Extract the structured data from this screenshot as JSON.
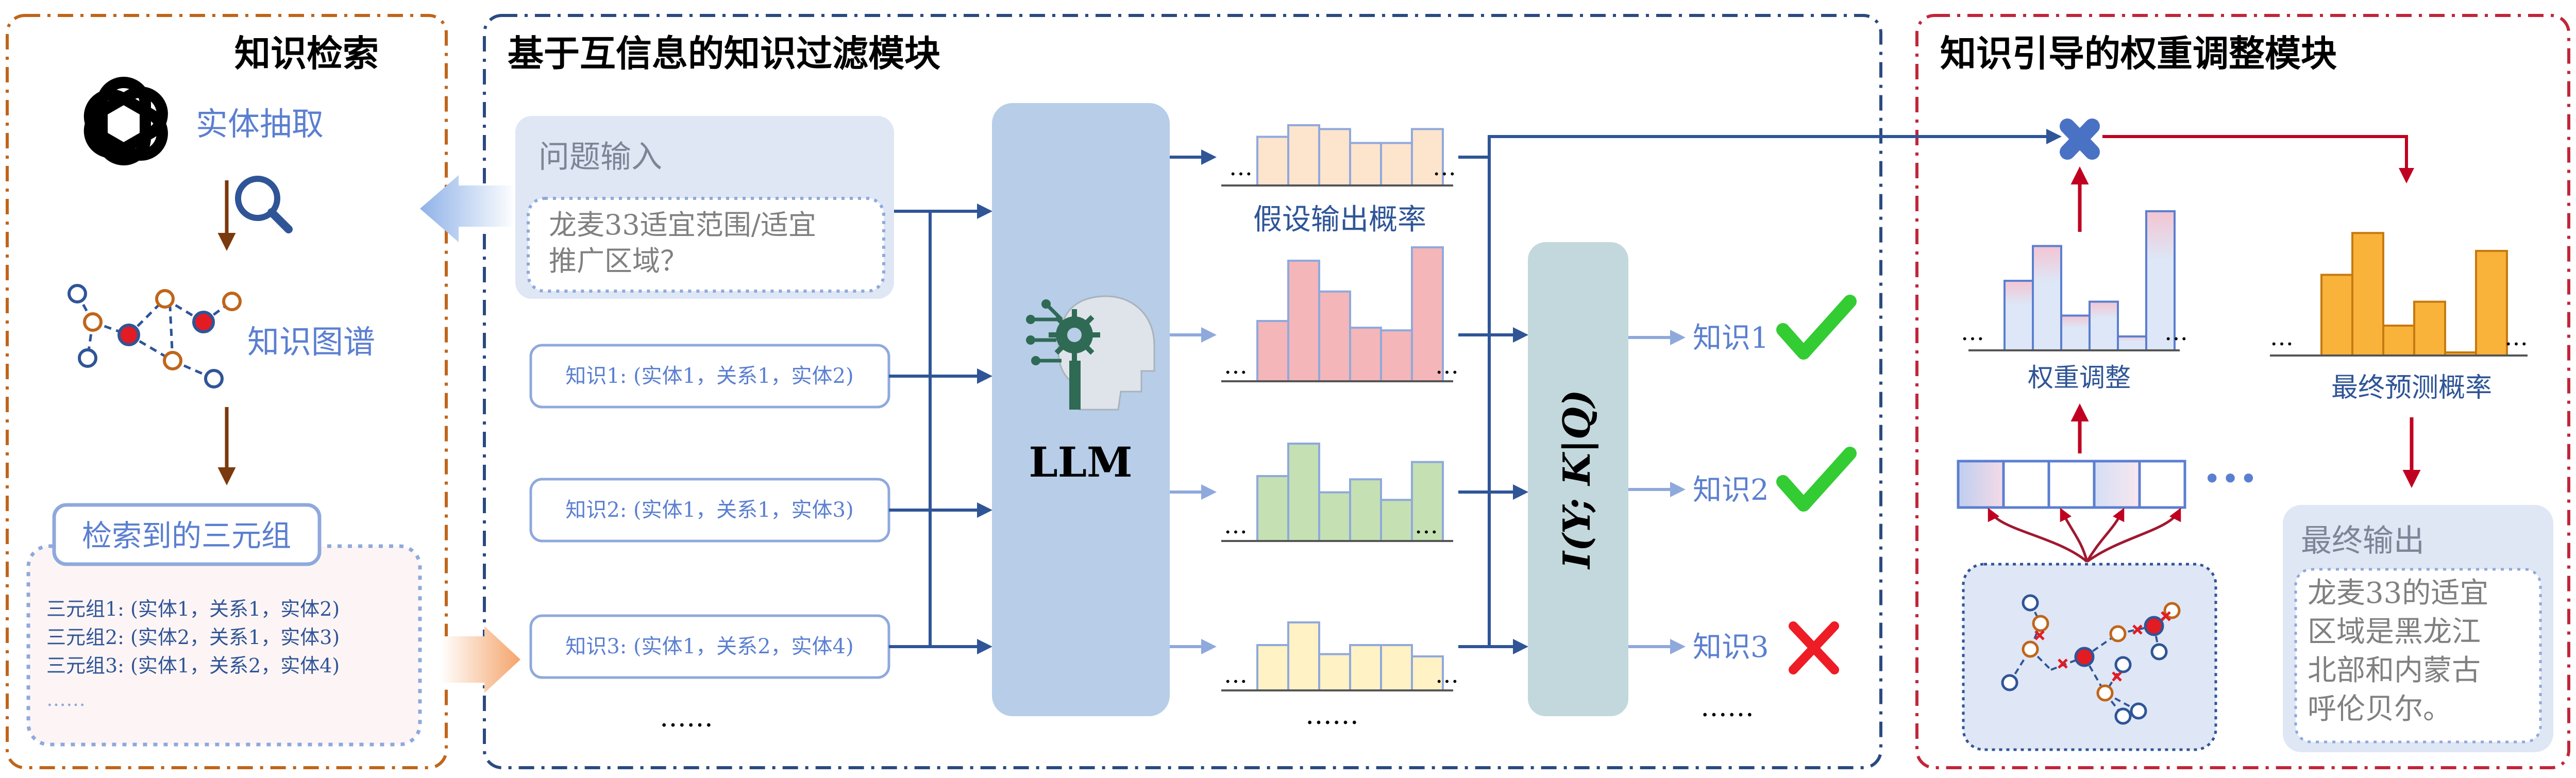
{
  "panels": {
    "retrieval": {
      "title": "知识检索"
    },
    "filter": {
      "title": "基于互信息的知识过滤模块"
    },
    "weight": {
      "title": "知识引导的权重调整模块"
    }
  },
  "retrieval": {
    "entity_extraction": "实体抽取",
    "knowledge_graph": "知识图谱",
    "triples_title": "检索到的三元组",
    "triples": [
      "三元组1: (实体1，关系1，实体2)",
      "三元组2: (实体2，关系1，实体3)",
      "三元组3: (实体1，关系2，实体4)",
      "……"
    ]
  },
  "question": {
    "title": "问题输入",
    "lines": [
      "龙麦33适宜范围/适宜",
      "推广区域？"
    ]
  },
  "knowledge_items": [
    "知识1: (实体1，关系1，实体2)",
    "知识2: (实体1，关系1，实体3)",
    "知识3: (实体1，关系2，实体4)"
  ],
  "knowledge_more": "……",
  "llm_label": "LLM",
  "hypothesis_label": "假设输出概率",
  "ellipsis": "…",
  "column_more": "……",
  "mi_label": "I(Y; K|Q)",
  "knowledge_out": [
    {
      "label": "知识1",
      "status": "check"
    },
    {
      "label": "知识2",
      "status": "check"
    },
    {
      "label": "知识3",
      "status": "cross"
    }
  ],
  "knowledge_out_more": "……",
  "weight_adjust_label": "权重调整",
  "final_prob_label": "最终预测概率",
  "vector_more": "•••",
  "final_output": {
    "title": "最终输出",
    "lines": [
      "龙麦33的适宜",
      "区域是黑龙江",
      "北部和内蒙古",
      "呼伦贝尔。"
    ]
  },
  "colors": {
    "retrieval_border": "#c0651a",
    "filter_border": "#2a4a80",
    "weight_border": "#c0263a",
    "arrow_blue": "#2f5597",
    "arrow_light": "#8fa9dc",
    "arrow_brown": "#7a3a0e",
    "arrow_red": "#c00020",
    "text_blue": "#5b7fd0",
    "llm_box": "#b7cde8",
    "mi_box": "#c2d8dc",
    "check_green": "#33cc33",
    "cross_red": "#ee1c24",
    "hist_peach": "#fde4cd",
    "hist_pink": "#f4b6b8",
    "hist_green": "#c5e0b3",
    "hist_yellow": "#fff2c5",
    "hist_weight": "#dde7f7",
    "hist_final": "#f9b23a"
  },
  "histograms": {
    "hypothesis": [
      0.63,
      0.78,
      0.73,
      0.55,
      0.55,
      0.73
    ],
    "k1": [
      0.45,
      0.9,
      0.67,
      0.4,
      0.38,
      1.0
    ],
    "k2": [
      0.6,
      0.9,
      0.45,
      0.57,
      0.38,
      0.73
    ],
    "k3": [
      0.4,
      0.6,
      0.32,
      0.4,
      0.4,
      0.3
    ],
    "weighted": [
      0.5,
      0.75,
      0.25,
      0.35,
      0.1,
      1.0
    ],
    "final": [
      0.54,
      0.82,
      0.2,
      0.36,
      0.0,
      0.7
    ]
  },
  "weight_vector_highlight": [
    0.9,
    0.0,
    0.0,
    0.6,
    0.0
  ]
}
